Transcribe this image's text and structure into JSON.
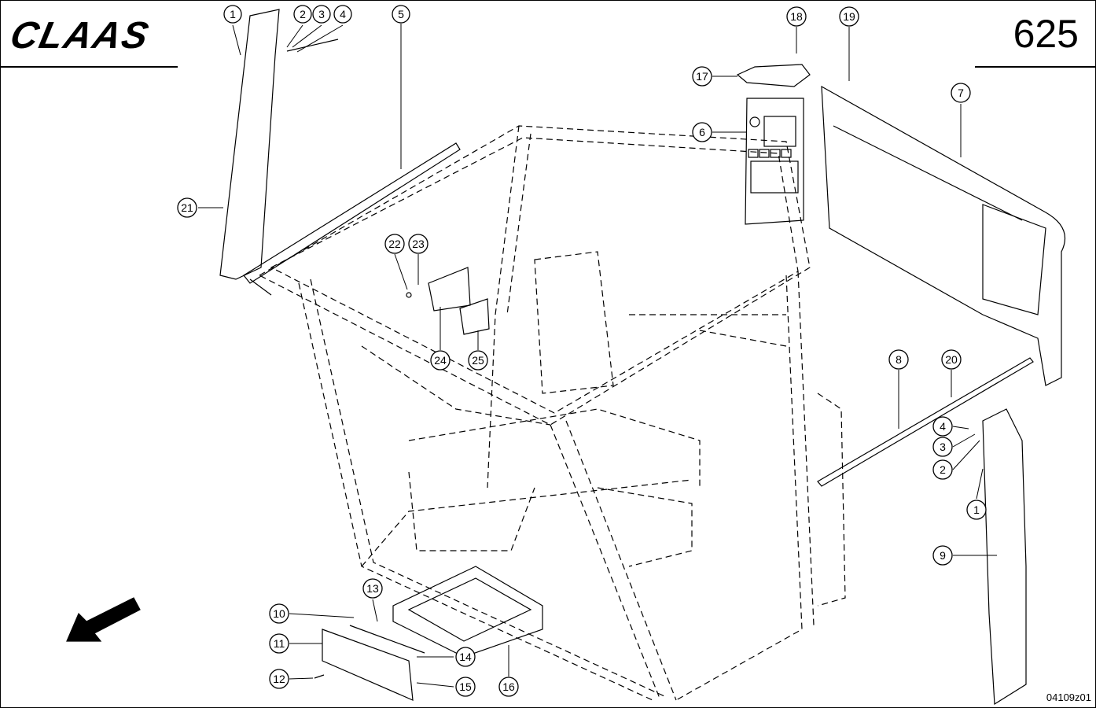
{
  "header": {
    "brand": "CLAAS",
    "page_number": "625"
  },
  "footer": {
    "drawing_number": "04109z01"
  },
  "callouts": [
    {
      "label": "1"
    },
    {
      "label": "2"
    },
    {
      "label": "3"
    },
    {
      "label": "4"
    },
    {
      "label": "5"
    },
    {
      "label": "18"
    },
    {
      "label": "19"
    },
    {
      "label": "17"
    },
    {
      "label": "7"
    },
    {
      "label": "6"
    },
    {
      "label": "21"
    },
    {
      "label": "22"
    },
    {
      "label": "23"
    },
    {
      "label": "24"
    },
    {
      "label": "25"
    },
    {
      "label": "8"
    },
    {
      "label": "20"
    },
    {
      "label": "4"
    },
    {
      "label": "3"
    },
    {
      "label": "2"
    },
    {
      "label": "1"
    },
    {
      "label": "9"
    },
    {
      "label": "13"
    },
    {
      "label": "10"
    },
    {
      "label": "11"
    },
    {
      "label": "14"
    },
    {
      "label": "12"
    },
    {
      "label": "15"
    },
    {
      "label": "16"
    }
  ]
}
